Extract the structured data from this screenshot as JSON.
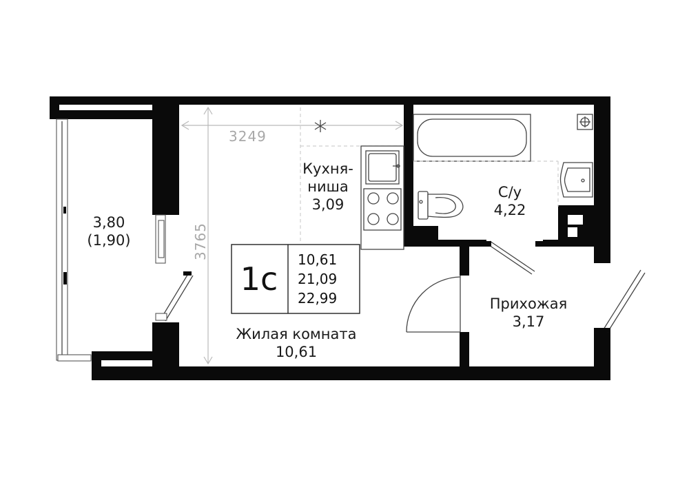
{
  "rooms": {
    "balcony": {
      "area": "3,80",
      "area_reduced": "(1,90)"
    },
    "kitchen": {
      "name_line1": "Кухня-",
      "name_line2": "ниша",
      "area": "3,09"
    },
    "bathroom": {
      "name": "С/у",
      "area": "4,22"
    },
    "hallway": {
      "name": "Прихожая",
      "area": "3,17"
    },
    "living": {
      "name": "Жилая комната",
      "area": "10,61"
    }
  },
  "dimensions": {
    "width": "3249",
    "length": "3765"
  },
  "summary": {
    "type": "1с",
    "living_area": "10,61",
    "total_area_reduced": "21,09",
    "total_area": "22,99"
  }
}
